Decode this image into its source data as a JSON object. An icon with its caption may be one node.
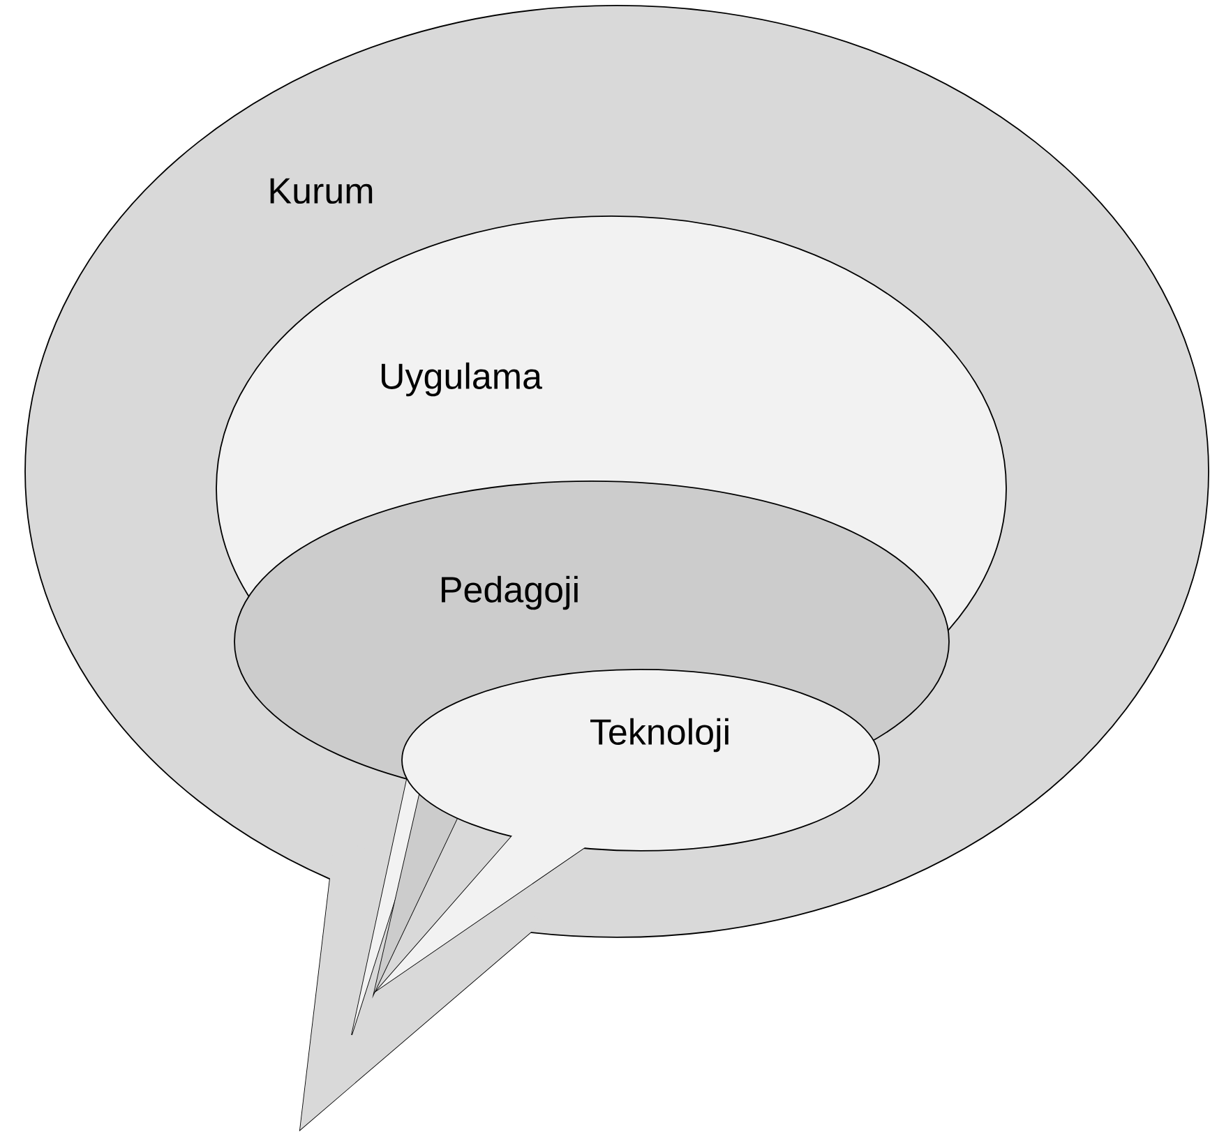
{
  "diagram": {
    "nodes": [
      {
        "text": [
          "Kurum"
        ]
      },
      {
        "text": [
          "Uygulama"
        ],
        "in": 0
      },
      {
        "text": [
          "Pedagoji"
        ],
        "in": 0
      },
      {
        "text": [
          "Teknoloji"
        ],
        "in": 0
      }
    ]
  }
}
